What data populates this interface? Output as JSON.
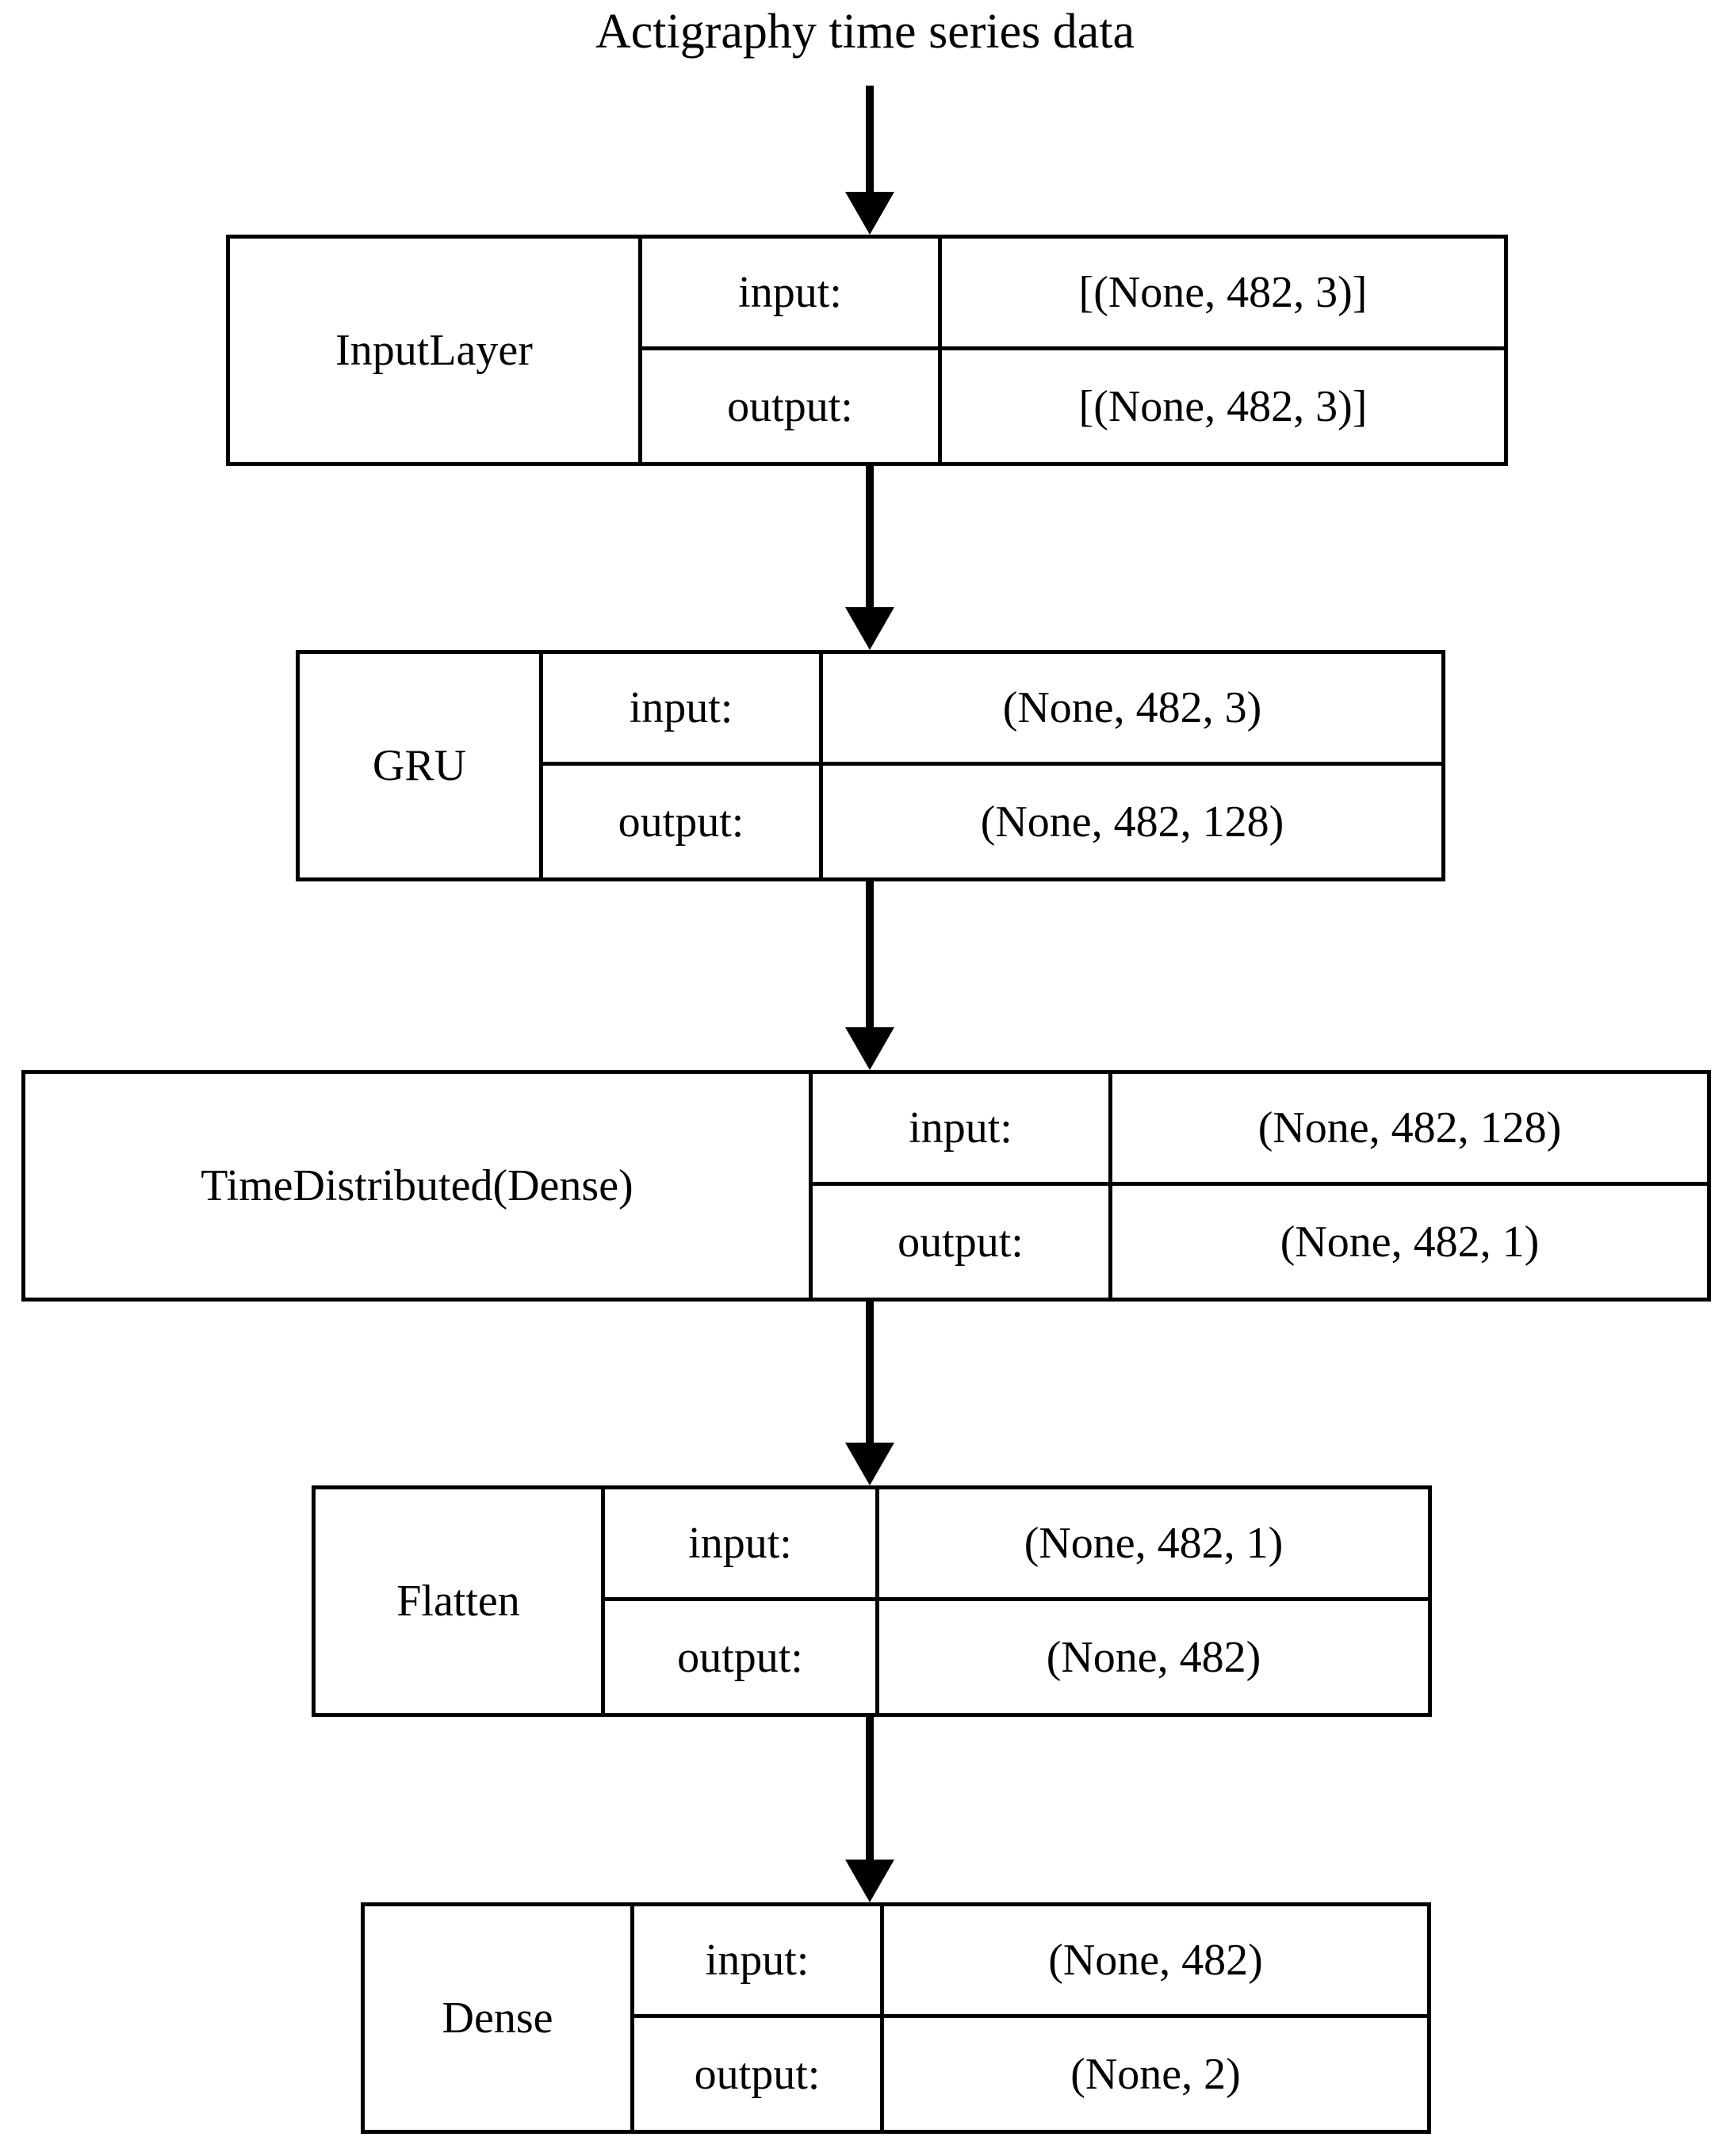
{
  "diagram": {
    "title": "Actigraphy time series data",
    "io_labels": {
      "input": "input:",
      "output": "output:"
    },
    "layers": [
      {
        "name": "InputLayer",
        "input_shape": "[(None, 482, 3)]",
        "output_shape": "[(None, 482, 3)]"
      },
      {
        "name": "GRU",
        "input_shape": "(None, 482, 3)",
        "output_shape": "(None, 482, 128)"
      },
      {
        "name": "TimeDistributed(Dense)",
        "input_shape": "(None, 482, 128)",
        "output_shape": "(None, 482, 1)"
      },
      {
        "name": "Flatten",
        "input_shape": "(None, 482, 1)",
        "output_shape": "(None, 482)"
      },
      {
        "name": "Dense",
        "input_shape": "(None, 482)",
        "output_shape": "(None, 2)"
      }
    ]
  }
}
